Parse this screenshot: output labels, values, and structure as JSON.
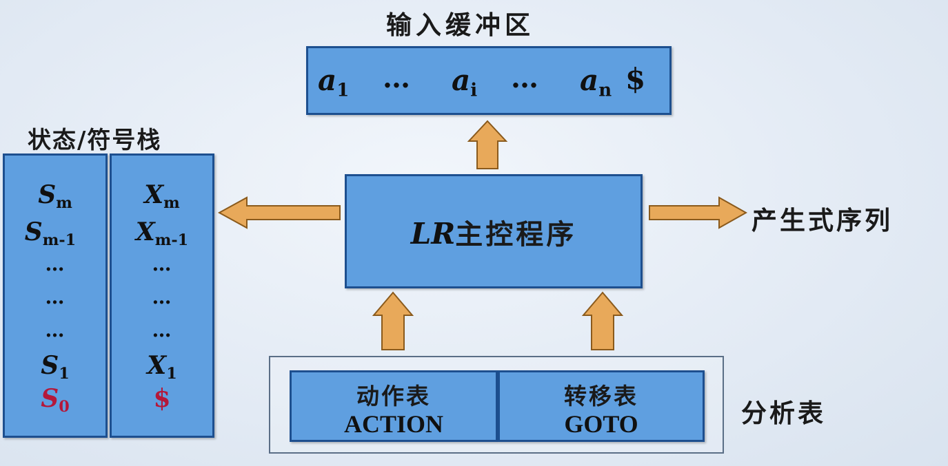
{
  "labels": {
    "input_buffer": "输入缓冲区",
    "stack": "状态/符号栈",
    "main_program_prefix": "LR",
    "main_program_suffix": "主控程序",
    "output": "产生式序列",
    "parse_table": "分析表"
  },
  "input_buffer": {
    "a1_base": "a",
    "a1_sub": "1",
    "dots1": "…",
    "ai_base": "a",
    "ai_sub": "i",
    "dots2": "…",
    "an_base": "a",
    "an_sub": "n",
    "end": "$"
  },
  "state_stack": {
    "sm_base": "S",
    "sm_sub": "m",
    "sm1_base": "S",
    "sm1_sub": "m-1",
    "dots_a": "…",
    "dots_b": "…",
    "dots_c": "…",
    "s1_base": "S",
    "s1_sub": "1",
    "s0_base": "S",
    "s0_sub": "0"
  },
  "symbol_stack": {
    "xm_base": "X",
    "xm_sub": "m",
    "xm1_base": "X",
    "xm1_sub": "m-1",
    "dots_a": "…",
    "dots_b": "…",
    "dots_c": "…",
    "x1_base": "X",
    "x1_sub": "1",
    "end": "$"
  },
  "table": {
    "action_cn": "动作表",
    "action_en": "ACTION",
    "goto_cn": "转移表",
    "goto_en": "GOTO"
  },
  "colors": {
    "box_fill": "#5f9fe0",
    "box_border": "#1d4f8f",
    "arrow_fill": "#e8a95a",
    "arrow_border": "#8a5a1c",
    "bottom_marker": "#b4183a"
  }
}
